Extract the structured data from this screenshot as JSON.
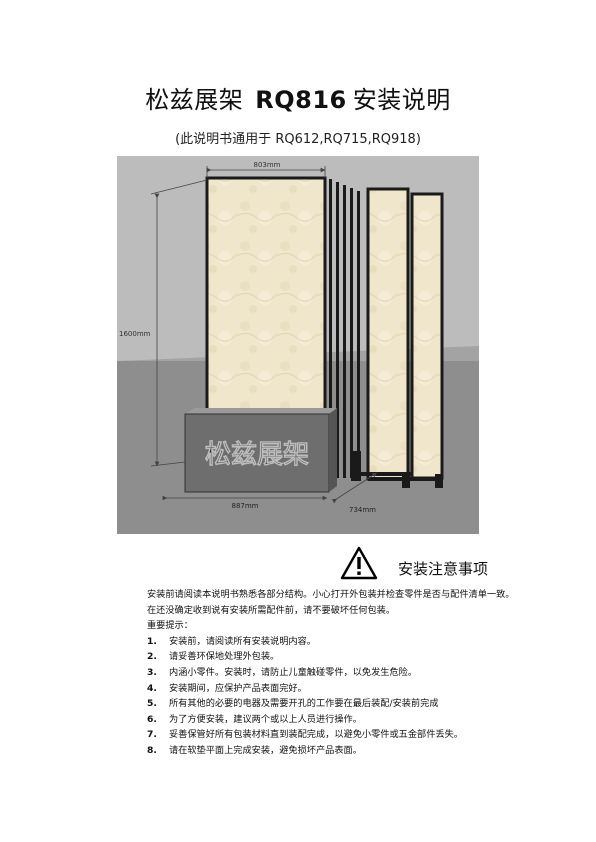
{
  "title": {
    "brand": "松兹展架",
    "model": "RQ816",
    "suffix": "安装说明"
  },
  "subtitle": "(此说明书通用于 RQ612,RQ715,RQ918)",
  "figure": {
    "dims": {
      "width_top": "803mm",
      "height": "1600mm",
      "base_front": "887mm",
      "base_depth": "734mm"
    },
    "sign_text": "松兹展架"
  },
  "notice": {
    "title": "安装注意事项",
    "intro": "安装前请阅读本说明书熟悉各部分结构。小心打开外包装并检查零件是否与配件清单一致。在还没确定收到说有安装所需配件前，请不要破坏任何包装。",
    "important_label": "重要提示：",
    "items": [
      {
        "num": "1.",
        "text": "安装前，请阅读所有安装说明内容。"
      },
      {
        "num": "2.",
        "text": "请妥善环保地处理外包装。"
      },
      {
        "num": "3.",
        "text": "内涵小零件。安装时，请防止儿童触碰零件，以免发生危险。"
      },
      {
        "num": "4.",
        "text": "安装期间，应保护产品表面完好。"
      },
      {
        "num": "5.",
        "text": "所有其他的必要的电器及需要开孔的工作要在最后装配/安装前完成"
      },
      {
        "num": "6.",
        "text": "为了方便安装，建议两个或以上人员进行操作。"
      },
      {
        "num": "7.",
        "text": "妥善保管好所有包装材料直到装配完成，以避免小零件或五金部件丢失。"
      },
      {
        "num": "8.",
        "text": "请在软垫平面上完成安装，避免损坏产品表面。"
      }
    ]
  },
  "colors": {
    "panel": "#efe6cc",
    "frame": "#1a1a1a",
    "sign": "#6f6f6f",
    "wall": "#bdbdbd",
    "floor": "#8f8f8f"
  }
}
